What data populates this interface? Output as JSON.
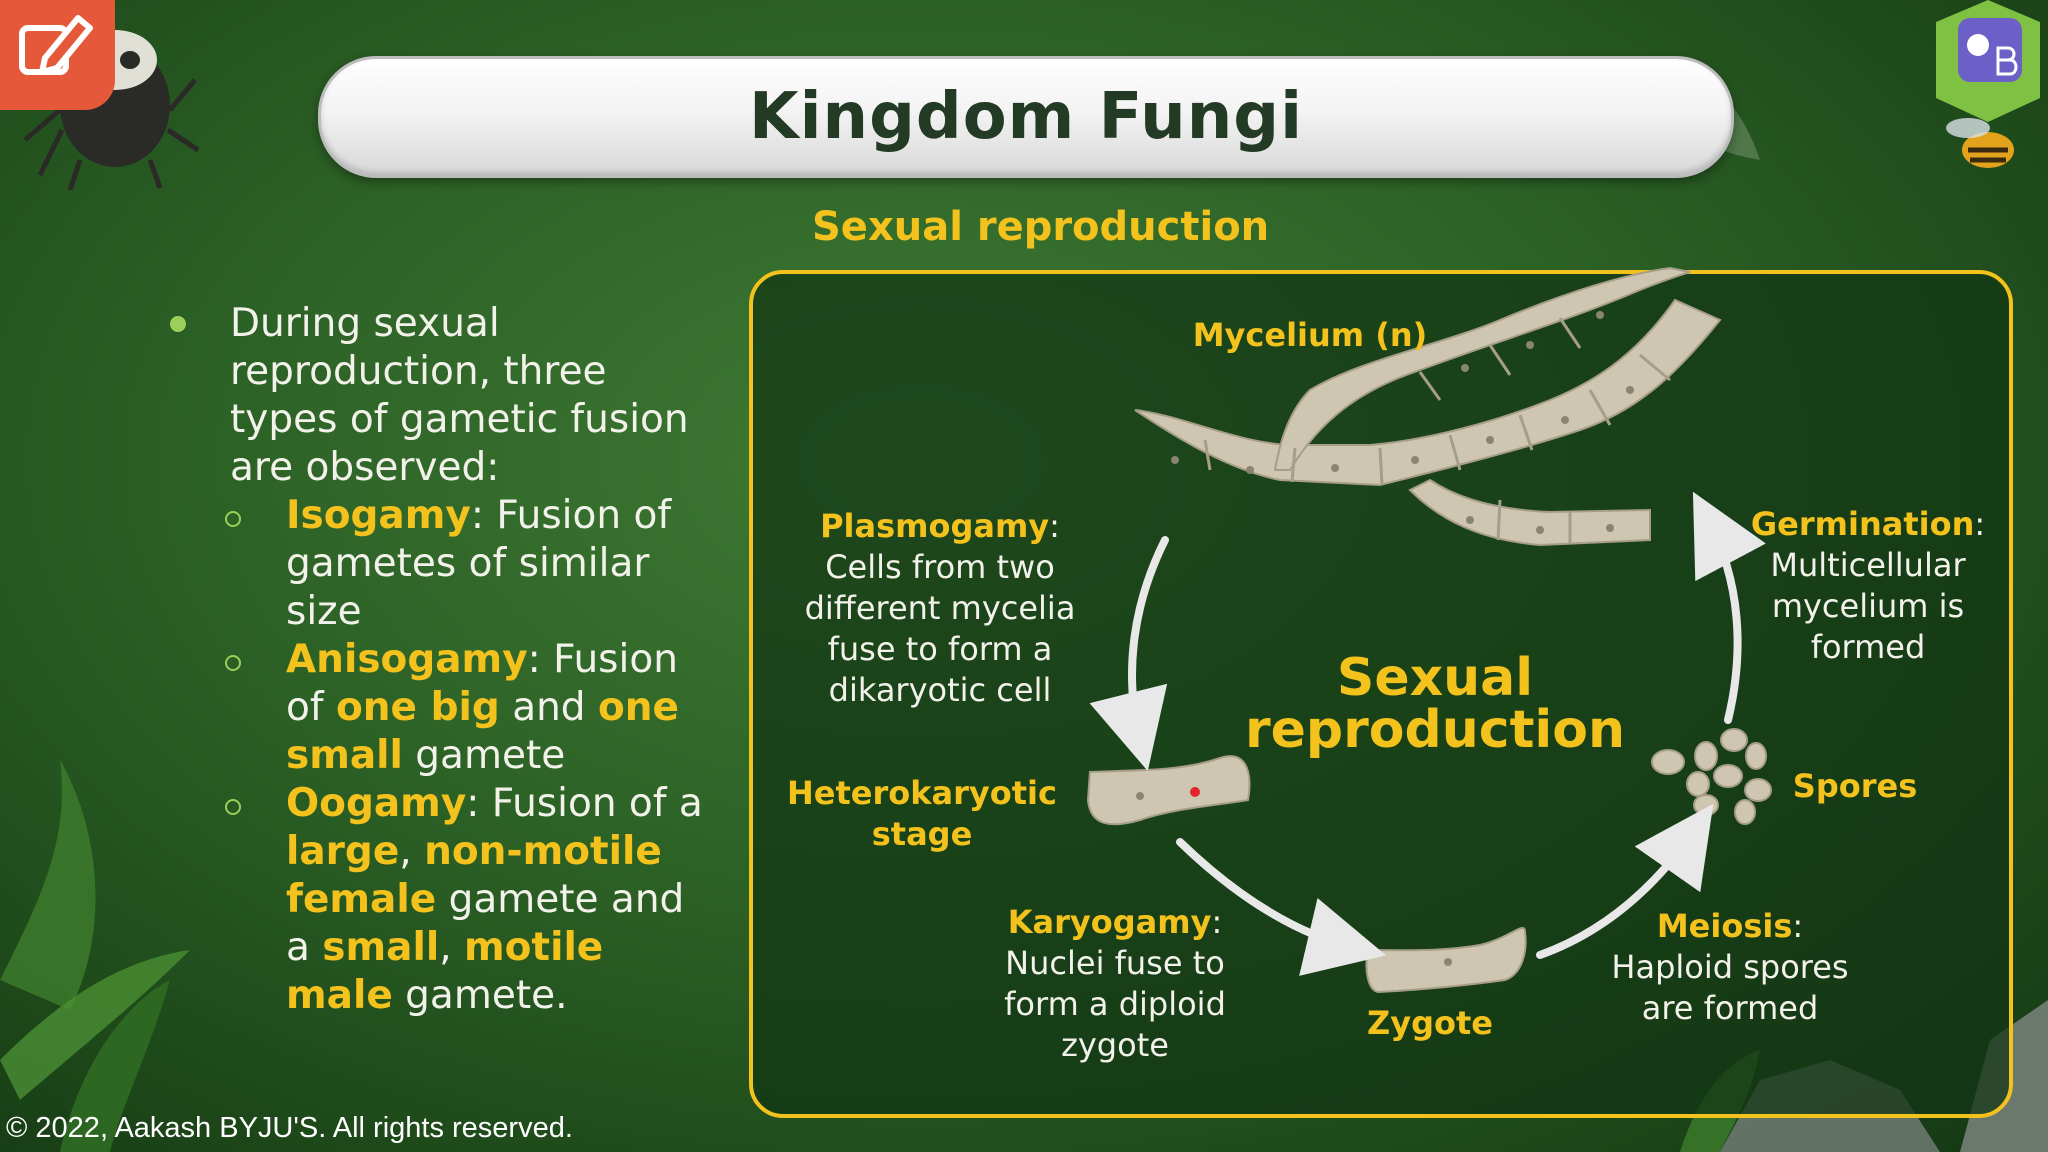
{
  "title": "Kingdom Fungi",
  "section_heading": "Sexual reproduction",
  "bullets": {
    "intro": "During sexual reproduction, three types of gametic fusion are observed:",
    "isogamy": {
      "term": "Isogamy",
      "rest": ": Fusion of gametes of similar size"
    },
    "anisogamy": {
      "term": "Anisogamy",
      "t1": ": Fusion of ",
      "b1": "one big",
      "t2": " and ",
      "b2": "one small",
      "t3": " gamete"
    },
    "oogamy": {
      "term": "Oogamy",
      "t1": ": Fusion of a ",
      "b1": "large",
      "t2": ", ",
      "b2": "non-motile female",
      "t3": " gamete and a ",
      "b3": "small",
      "t4": ", ",
      "b4": "motile male",
      "t5": " gamete."
    }
  },
  "diagram": {
    "center_label_line1": "Sexual",
    "center_label_line2": "reproduction",
    "mycelium": "Mycelium (n)",
    "plasmogamy": {
      "term": "Plasmogamy",
      "colon": ":",
      "l1": "Cells from two",
      "l2": "different mycelia",
      "l3": "fuse to form a",
      "l4": "dikaryotic cell"
    },
    "heterokaryotic": {
      "l1": "Heterokaryotic",
      "l2": "stage"
    },
    "karyogamy": {
      "term": "Karyogamy",
      "colon": ":",
      "l1": "Nuclei fuse to",
      "l2": "form a diploid",
      "l3": "zygote"
    },
    "zygote": "Zygote",
    "meiosis": {
      "term": "Meiosis",
      "colon": ":",
      "l1": "Haploid spores",
      "l2": "are formed"
    },
    "spores": "Spores",
    "germination": {
      "term": "Germination",
      "colon": ":",
      "l1": "Multicellular",
      "l2": "mycelium is",
      "l3": "formed"
    }
  },
  "footer": "© 2022, Aakash BYJU'S. All rights reserved.",
  "colors": {
    "accent_yellow": "#f4c21d",
    "background_green": "#2c6126",
    "cell_beige": "#cfc6b2"
  },
  "icons": [
    "edit-icon",
    "byjus-logo"
  ]
}
